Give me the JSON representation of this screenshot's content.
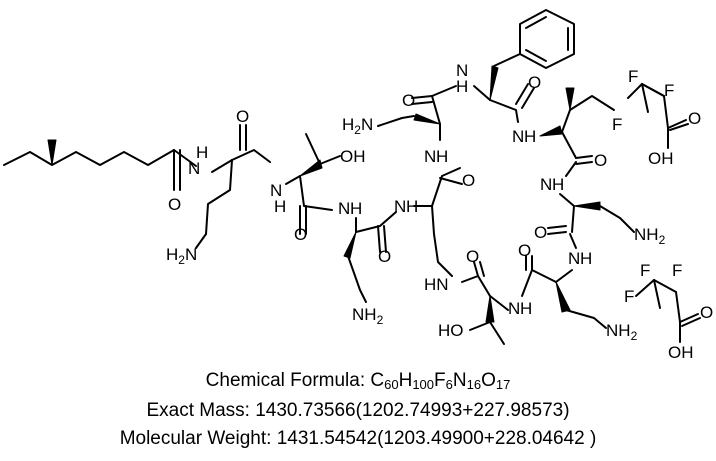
{
  "formula": {
    "label": "Chemical Formula: ",
    "parts": [
      {
        "el": "C",
        "n": "60"
      },
      {
        "el": "H",
        "n": "100"
      },
      {
        "el": "F",
        "n": "6"
      },
      {
        "el": "N",
        "n": "16"
      },
      {
        "el": "O",
        "n": "17"
      }
    ]
  },
  "exact_mass": {
    "label": "Exact Mass: ",
    "value": "1430.73566(1202.74993+227.98573)"
  },
  "molecular_weight": {
    "label": "Molecular Weight: ",
    "value": "1431.54542(1203.49900+228.04642 )"
  },
  "atoms": {
    "nh": "N",
    "h": "H",
    "o": "O",
    "oh": "OH",
    "ho": "HO",
    "f": "F",
    "h2n": "H",
    "h2": "2",
    "nh2_n": "NH",
    "nh2_sub": "2"
  }
}
